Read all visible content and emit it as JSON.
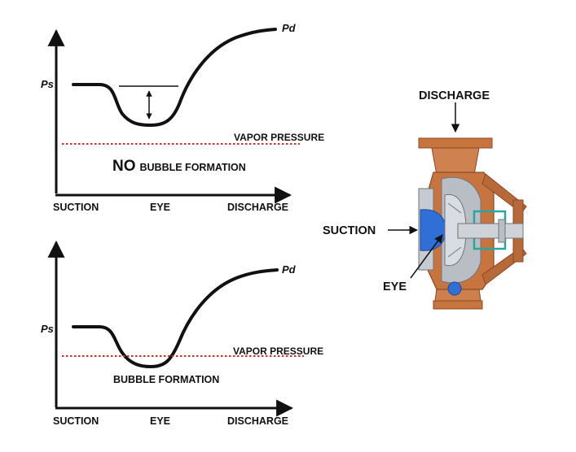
{
  "colors": {
    "ink": "#111111",
    "vapor_line": "#d0312d",
    "pump_copper": "#c8743f",
    "pump_copper_dark": "#8a4a26",
    "pump_steel": "#b9bec4",
    "pump_blue": "#2f6fd6",
    "pump_teal": "#2aa6a0"
  },
  "top_plot": {
    "curve_start_label": "Ps",
    "curve_end_label": "Pd",
    "vapor_label": "VAPOR PRESSURE",
    "no_word": "NO",
    "formation_text": "BUBBLE FORMATION",
    "x_labels": {
      "suction": "SUCTION",
      "eye": "EYE",
      "discharge": "DISCHARGE"
    }
  },
  "bottom_plot": {
    "curve_start_label": "Ps",
    "curve_end_label": "Pd",
    "vapor_label": "VAPOR PRESSURE",
    "formation_text": "BUBBLE FORMATION",
    "x_labels": {
      "suction": "SUCTION",
      "eye": "EYE",
      "discharge": "DISCHARGE"
    }
  },
  "pump": {
    "discharge_label": "DISCHARGE",
    "suction_label": "SUCTION",
    "eye_label": "EYE",
    "icon": "centrifugal-pump-cutaway"
  }
}
